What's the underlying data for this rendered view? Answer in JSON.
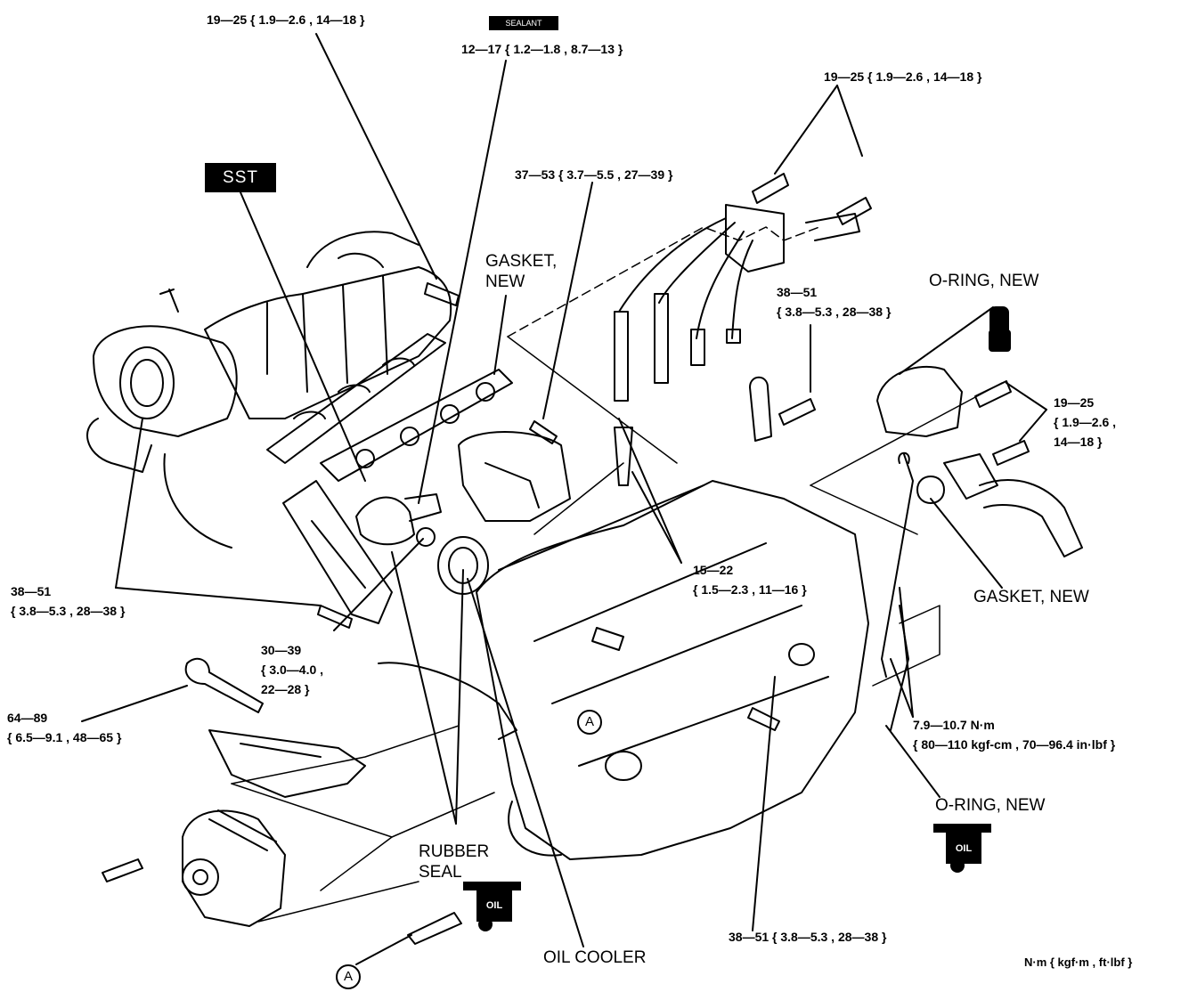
{
  "torque_specs": {
    "t_top_left": "19—25 { 1.9—2.6 , 14—18 }",
    "t_top_mid": "12—17 { 1.2—1.8 , 8.7—13 }",
    "t_top_right": "19—25 { 1.9—2.6 , 14—18 }",
    "t_center_top": "37—53 { 3.7—5.5 , 27—39 }",
    "t_right_upper_a": "38—51",
    "t_right_upper_b": "{ 3.8—5.3 , 28—38 }",
    "t_right_mid_a": "19—25",
    "t_right_mid_b": "{ 1.9—2.6 ,",
    "t_right_mid_c": "14—18 }",
    "t_left_a": "38—51",
    "t_left_b": "{ 3.8—5.3 , 28—38 }",
    "t_center_a": "30—39",
    "t_center_b": "{ 3.0—4.0 ,",
    "t_center_c": "22—28 }",
    "t_plug_a": "15—22",
    "t_plug_b": "{ 1.5—2.3 , 11—16 }",
    "t_lower_left_a": "64—89",
    "t_lower_left_b": "{ 6.5—9.1 , 48—65 }",
    "t_dipstick_a": "7.9—10.7 N·m",
    "t_dipstick_b": "{ 80—110 kgf-cm , 70—96.4 in·lbf }",
    "t_bottom": "38—51 { 3.8—5.3 , 28—38 }"
  },
  "part_labels": {
    "sst": "SST",
    "sealant": "SEALANT",
    "gasket_top_a": "GASKET,",
    "gasket_top_b": "NEW",
    "oring_top": "O-RING, NEW",
    "gasket_right": "GASKET, NEW",
    "oring_bottom": "O-RING, NEW",
    "rubber_seal_a": "RUBBER",
    "rubber_seal_b": "SEAL",
    "oil_cooler": "OIL COOLER",
    "ref_a": "A",
    "oil_badge": "OIL"
  },
  "units": "N·m { kgf·m , ft·lbf }"
}
